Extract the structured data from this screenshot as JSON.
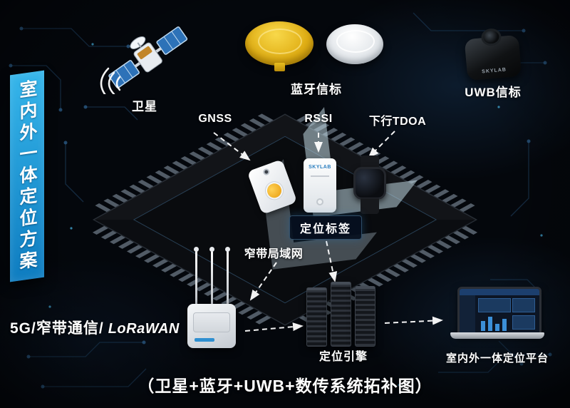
{
  "banner": {
    "title": "室内外一体定位方案"
  },
  "nodes": {
    "satellite": {
      "label": "卫星"
    },
    "bluetooth_beacon": {
      "label": "蓝牙信标"
    },
    "uwb_beacon": {
      "label": "UWB信标",
      "brand": "SKYLAB"
    },
    "positioning_tag": {
      "label": "定位标签",
      "brand": "SKYLAB"
    },
    "narrowband_lan": {
      "label": "窄带局域网"
    },
    "comm_link": {
      "prefix": "5G/窄带通信/",
      "logo": "LoRaWAN"
    },
    "positioning_engine": {
      "label": "定位引擎"
    },
    "platform": {
      "label": "室内外一体定位平台"
    }
  },
  "links": {
    "gnss": {
      "label": "GNSS"
    },
    "rssi": {
      "label": "RSSI"
    },
    "downlink_tdoa": {
      "label": "下行TDOA"
    }
  },
  "caption": "（卫星+蓝牙+UWB+数传系统拓补图）",
  "colors": {
    "banner_blue_top": "#35b5ea",
    "banner_blue_bottom": "#0e7cc0",
    "beacon_yellow": "#e0ae14",
    "chevron_blue": "#cfe9f4",
    "bg_dark": "#04070c"
  }
}
